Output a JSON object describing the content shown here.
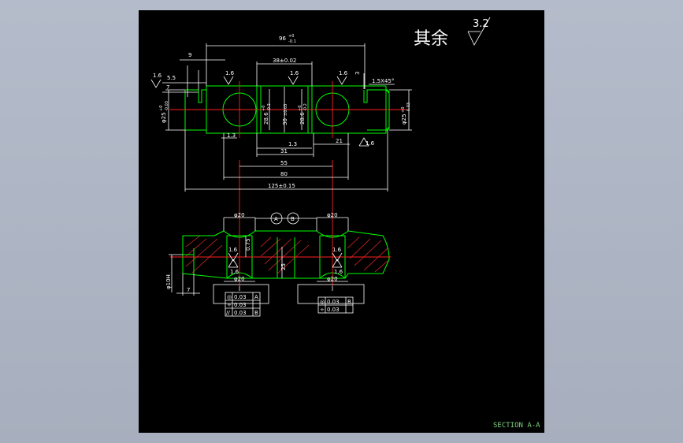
{
  "drawing": {
    "remark": "其余",
    "roughness_default": "3.2",
    "section_label": "SECTION A-A",
    "top_view": {
      "overall": "96",
      "overall_tol_upper": "+0",
      "overall_tol_lower": "-0.1",
      "center_span": "38±0.02",
      "left_step_9": "9",
      "left_step_7": "7",
      "left_step_55": "5.5",
      "right_step_3": "3",
      "chamfer": "1.5X45°",
      "rough": "1.6",
      "left_dia": "φ25",
      "left_dia_tol_upper": "+0",
      "left_dia_tol_lower": "-0.03",
      "right_dia": "φ25",
      "right_dia_tol_upper": "+0",
      "right_dia_tol_lower": "-0.03",
      "v1": "28.6",
      "v1_tol_upper": "+0",
      "v1_tol_lower": "-0.2",
      "v2": "30",
      "v2_tol": "±0.03",
      "v3": "28.6",
      "v3_tol_upper": "+0",
      "v3_tol_lower": "-0.2",
      "d_13a": "1.3",
      "d_13b": "1.3",
      "d_21": "21",
      "d_31": "31",
      "d_55": "55",
      "d_80": "80",
      "d_125": "125±0.15"
    },
    "section_view": {
      "hole_left_top": "φ20",
      "hole_right_top": "φ20",
      "hole_left_bottom": "φ20",
      "hole_right_bottom": "φ20",
      "datum_a": "A",
      "datum_b": "B",
      "height_075": "0.75",
      "height_25": "25",
      "left_dia": "φ10H",
      "left_len": "7",
      "rough": "1.6"
    },
    "tolerance_left": [
      {
        "symbol": "◎",
        "value": "0.03",
        "datum": "A"
      },
      {
        "symbol": "÷",
        "value": "0.03",
        "datum": ""
      },
      {
        "symbol": "//",
        "value": "0.03",
        "datum": "B"
      }
    ],
    "tolerance_right": [
      {
        "symbol": "◎",
        "value": "0.03",
        "datum": "B"
      },
      {
        "symbol": "÷",
        "value": "0.03",
        "datum": ""
      }
    ]
  }
}
